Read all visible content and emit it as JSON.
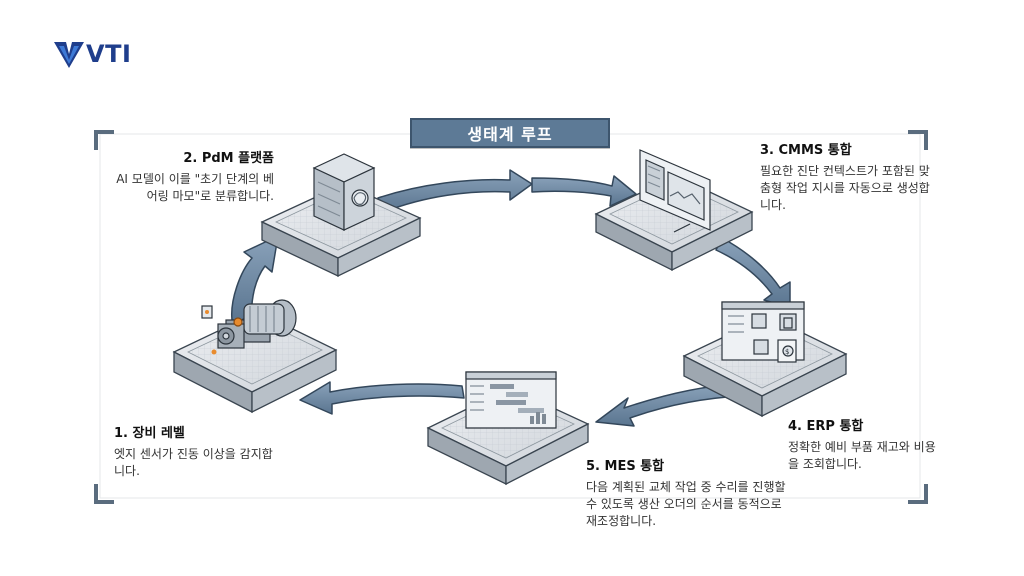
{
  "logo": {
    "text": "VTI",
    "brand_color": "#1f3e8c",
    "icon": "vti-chevron-logo-icon"
  },
  "title": "생태계 루프",
  "steps": [
    {
      "title": "1. 장비 레벨",
      "desc": "엣지 센서가 진동 이상을 감지합니다.",
      "icon": "motor-with-sensor-icon"
    },
    {
      "title": "2. PdM 플랫폼",
      "desc": "AI 모델이 이를 \"초기 단계의 베어링 마모\"로 분류합니다.",
      "icon": "server-brain-icon"
    },
    {
      "title": "3. CMMS 통합",
      "desc": "필요한 진단 컨텍스트가 포함된 맞춤형 작업 지시를 자동으로 생성합니다.",
      "icon": "work-order-monitor-icon"
    },
    {
      "title": "4. ERP 통합",
      "desc": "정확한 예비 부품 재고와 비용을 조회합니다.",
      "icon": "erp-inventory-icon"
    },
    {
      "title": "5. MES 통합",
      "desc": "다음 계획된 교체 작업 중 수리를 진행할 수 있도록 생산 오더의 순서를 동적으로 재조정합니다.",
      "icon": "production-schedule-icon"
    }
  ],
  "colors": {
    "arrow": "#6f8aa5",
    "arrow_stroke": "#33475b",
    "platform": "#d9dde2",
    "banner": "#5d7a96",
    "frame": "#6b7c8c"
  }
}
